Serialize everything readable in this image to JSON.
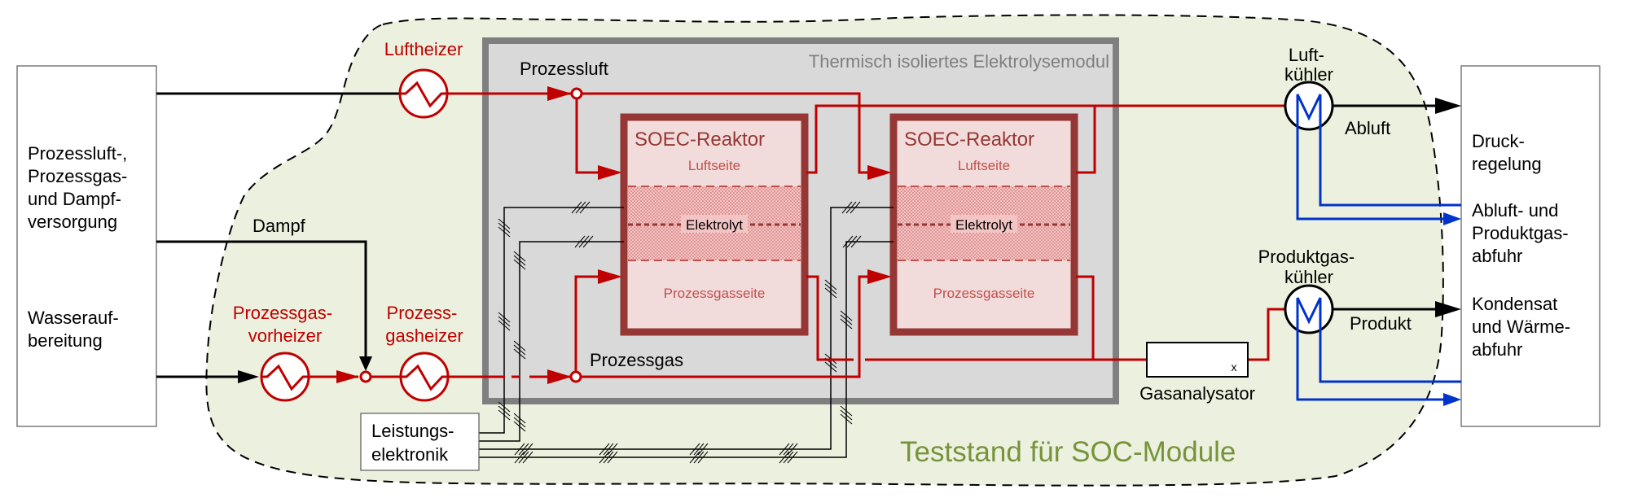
{
  "title": "Teststand für SOC-Module",
  "boxes": {
    "supply": {
      "lines": [
        "Prozessluft-,",
        "Prozessgas-",
        "und Dampf-",
        "versorgung"
      ],
      "water_lines": [
        "Wasserauf-",
        "bereitung"
      ]
    },
    "right": {
      "pressure_lines": [
        "Druck-",
        "regelung"
      ],
      "exhaust_lines": [
        "Abluft- und",
        "Produktgas-",
        "abfuhr"
      ],
      "condensate_lines": [
        "Kondensat",
        "und Wärme-",
        "abfuhr"
      ]
    },
    "power_electronics": {
      "lines": [
        "Leistungs-",
        "elektronik"
      ]
    },
    "gas_analyzer": {
      "label": "Gasanalysator",
      "mark": "x"
    }
  },
  "module": {
    "label": "Thermisch isoliertes Elektrolysemodul",
    "reactors": [
      {
        "title": "SOEC-Reaktor",
        "air_side": "Luftseite",
        "electrolyte": "Elektrolyt",
        "gas_side": "Prozessgasseite"
      },
      {
        "title": "SOEC-Reaktor",
        "air_side": "Luftseite",
        "electrolyte": "Elektrolyt",
        "gas_side": "Prozessgasseite"
      }
    ]
  },
  "components": {
    "air_heater": "Luftheizer",
    "gas_preheater": [
      "Prozessgas-",
      "vorheizer"
    ],
    "gas_heater": [
      "Prozess-",
      "gasheizer"
    ],
    "air_cooler": [
      "Luft-",
      "kühler"
    ],
    "product_cooler": [
      "Produktgas-",
      "kühler"
    ]
  },
  "streams": {
    "process_air": "Prozessluft",
    "steam": "Dampf",
    "process_gas": "Prozessgas",
    "exhaust_air": "Abluft",
    "product": "Produkt"
  },
  "colors": {
    "process_flow": "#c00000",
    "coolant": "#0033cc",
    "reactor": "#953735",
    "teststand": "#77933c",
    "test_area_fill": "#ebf1de",
    "module_fill": "#d9d9d9",
    "module_border": "#7f7f7f"
  }
}
